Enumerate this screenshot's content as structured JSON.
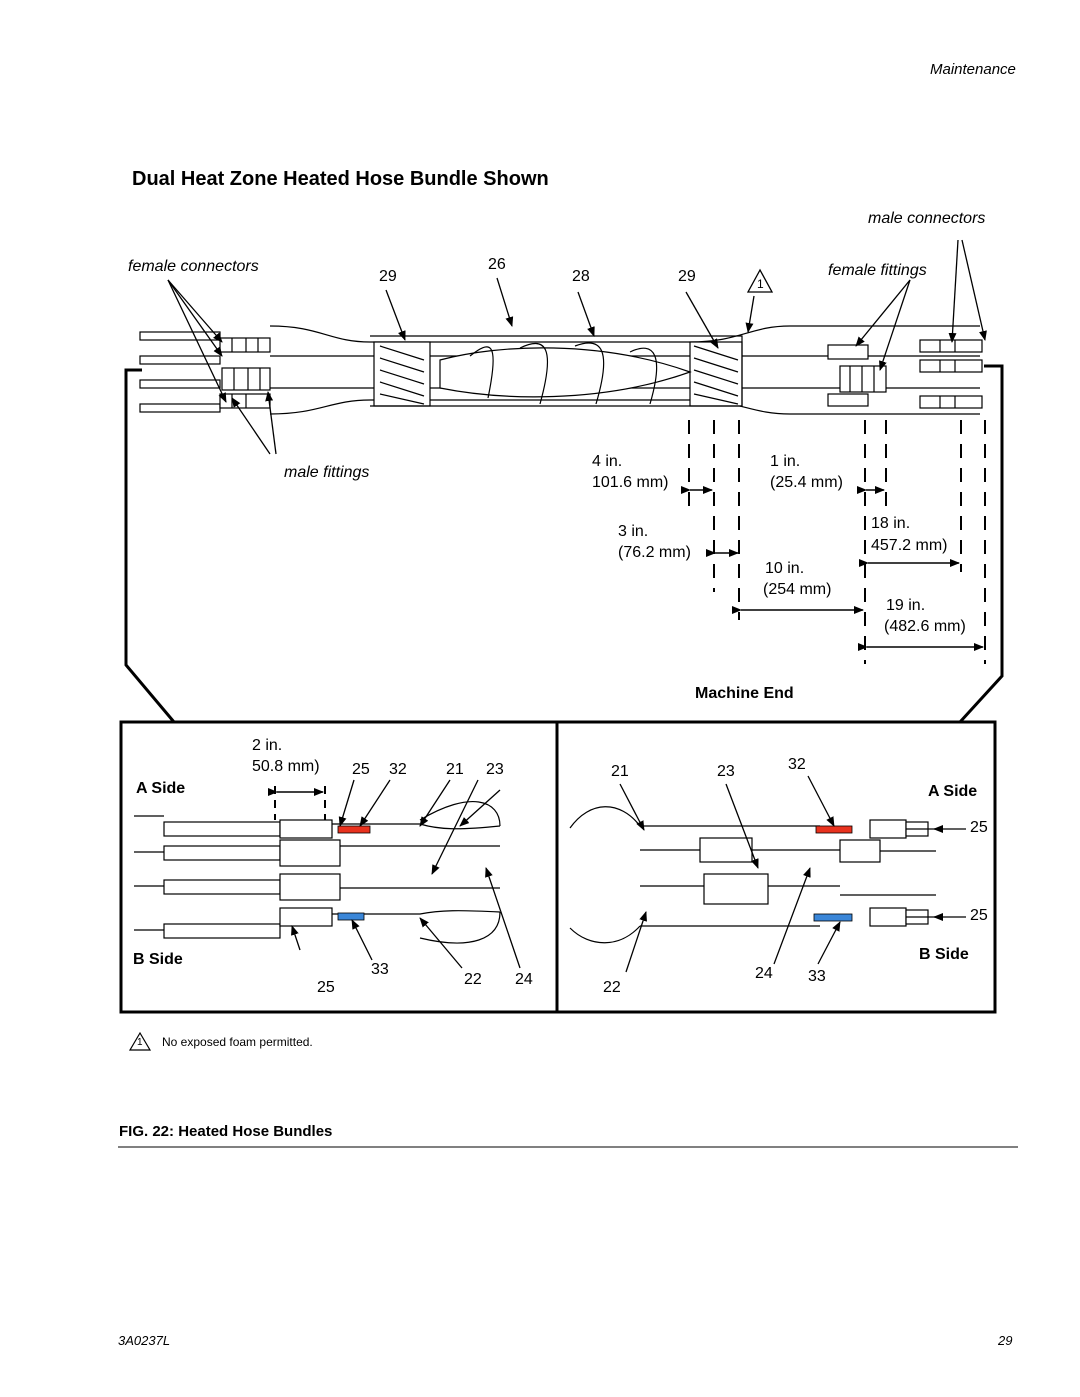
{
  "header": {
    "section": "Maintenance"
  },
  "title": "Dual Heat Zone Heated Hose Bundle Shown",
  "figure": {
    "upper_labels": {
      "female_connectors": "female connectors",
      "male_connectors": "male connectors",
      "female_fittings": "female fittings",
      "male_fittings": "male fittings",
      "callout_29a": "29",
      "callout_26": "26",
      "callout_28": "28",
      "callout_29b": "29",
      "warning_symbol": "1"
    },
    "dimensions": {
      "d1_in": "4 in.",
      "d1_mm": "101.6 mm)",
      "d2_in": "1 in.",
      "d2_mm": "(25.4 mm)",
      "d3_in": "3 in.",
      "d3_mm": "(76.2 mm)",
      "d4_in": "18 in.",
      "d4_mm": "457.2 mm)",
      "d5_in": "10 in.",
      "d5_mm": "(254 mm)",
      "d6_in": "19 in.",
      "d6_mm": "(482.6 mm)",
      "d7_in": "2 in.",
      "d7_mm": "50.8 mm)"
    },
    "machine_end": "Machine End",
    "left_detail": {
      "a_side": "A Side",
      "b_side": "B Side",
      "callouts_top": [
        "25",
        "32",
        "21",
        "23"
      ],
      "callouts_bottom": [
        "25",
        "33",
        "22",
        "24"
      ]
    },
    "right_detail": {
      "a_side": "A Side",
      "b_side": "B Side",
      "callouts_top": [
        "21",
        "23",
        "32"
      ],
      "callouts_side": [
        "25",
        "25"
      ],
      "callouts_bottom": [
        "22",
        "24",
        "33"
      ]
    },
    "note_symbol": "1",
    "note": "No exposed foam permitted.",
    "caption_prefix": "FIG. 22: ",
    "caption": "Heated Hose Bundles"
  },
  "footer": {
    "doc_id": "3A0237L",
    "page_number": "29"
  },
  "colors": {
    "a_side_marker": "#e8321e",
    "b_side_marker": "#3a86d8"
  }
}
